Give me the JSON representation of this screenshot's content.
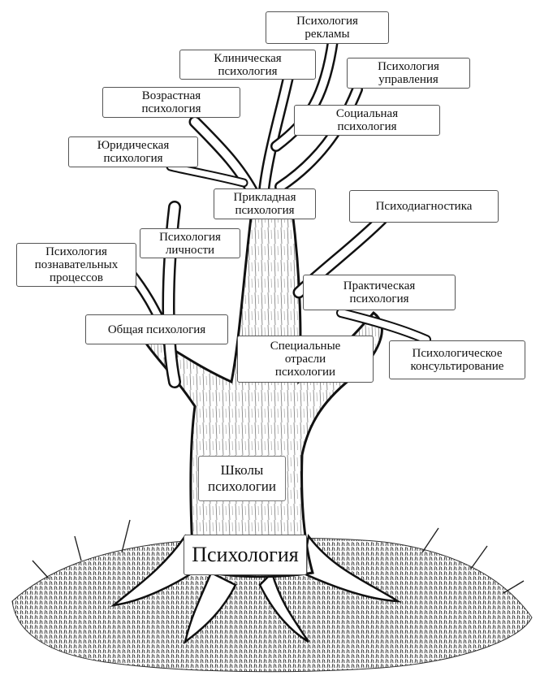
{
  "diagram": {
    "root": "Психология",
    "schools": "Школы\nпсихологии",
    "branches": {
      "special": "Специальные\nотрасли\nпсихологии",
      "general": "Общая  психология",
      "cognitive": "Психология\nпознавательных\nпроцессов",
      "personality": "Психология\nличности",
      "practical": "Практическая\nпсихология",
      "counseling": "Психологическое\nконсультирование",
      "diagnostics": "Психодиагностика",
      "applied": "Прикладная\nпсихология",
      "legal": "Юридическая\nпсихология",
      "developmental": "Возрастная\nпсихология",
      "clinical": "Клиническая\nпсихология",
      "advertising": "Психология\nрекламы",
      "management": "Психология\nуправления",
      "social": "Социальная\nпсихология"
    }
  },
  "colors": {
    "ink": "#111111",
    "box_border": "#555555",
    "paper": "#ffffff"
  }
}
